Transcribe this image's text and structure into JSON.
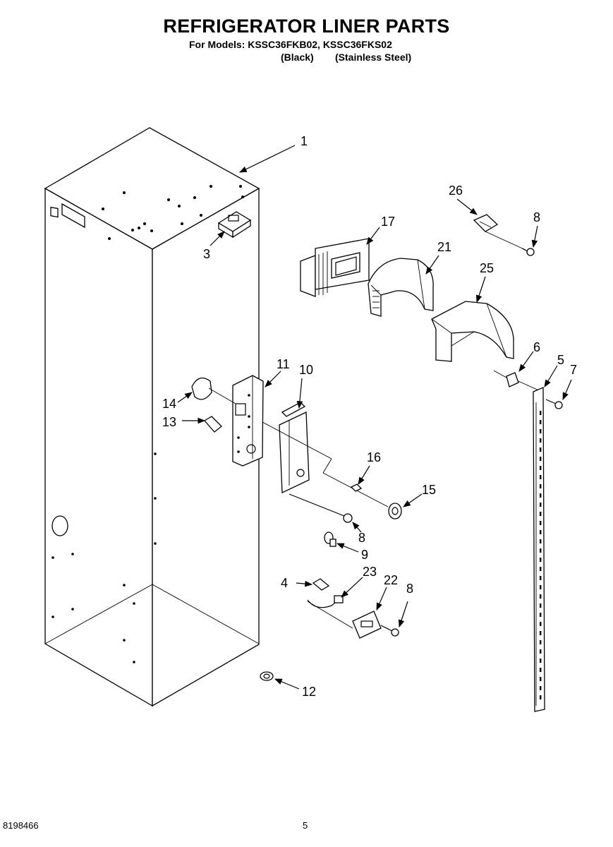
{
  "header": {
    "title": "REFRIGERATOR LINER PARTS",
    "models_line": "For Models: KSSC36FKB02, KSSC36FKS02",
    "variant_black": "(Black)",
    "variant_stainless": "(Stainless Steel)"
  },
  "callouts": {
    "c1": "1",
    "c3": "3",
    "c26": "26",
    "c8a": "8",
    "c17": "17",
    "c21": "21",
    "c25": "25",
    "c6": "6",
    "c5": "5",
    "c7": "7",
    "c11": "11",
    "c10": "10",
    "c14": "14",
    "c13": "13",
    "c16": "16",
    "c15": "15",
    "c8b": "8",
    "c9": "9",
    "c4": "4",
    "c23": "23",
    "c22": "22",
    "c8c": "8",
    "c12": "12"
  },
  "footer": {
    "doc_number": "8198466",
    "page_number": "5"
  }
}
